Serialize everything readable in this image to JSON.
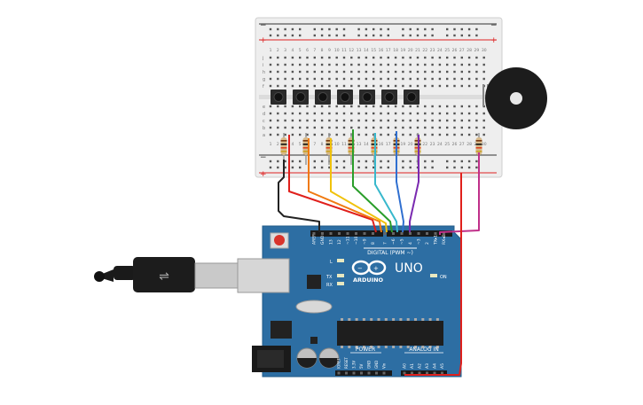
{
  "board": {
    "brand": "ARDUINO",
    "model": "UNO",
    "logo_symbols": "⊖ ⊕",
    "digital_label": "DIGITAL (PWM ~)",
    "power_label": "POWER",
    "analog_label": "ANALOG IN",
    "top_pin_labels": [
      "AREF",
      "GND",
      "13",
      "12",
      "~11",
      "~10",
      "~9",
      "8",
      "7",
      "~6",
      "~5",
      "4",
      "~3",
      "2",
      "TX▸1",
      "RX◂0"
    ],
    "power_pin_labels": [
      "IOREF",
      "RESET",
      "3.3V",
      "5V",
      "GND",
      "GND",
      "Vin"
    ],
    "analog_pin_labels": [
      "A0",
      "A1",
      "A2",
      "A3",
      "A4",
      "A5"
    ],
    "led_labels": [
      "L",
      "TX",
      "RX",
      "ON"
    ]
  },
  "breadboard": {
    "rail_plus": "+",
    "rail_minus": "−",
    "column_numbers": [
      "1",
      "2",
      "3",
      "4",
      "5",
      "6",
      "7",
      "8",
      "9",
      "10",
      "11",
      "12",
      "13",
      "14",
      "15",
      "16",
      "17",
      "18",
      "19",
      "20",
      "21",
      "22",
      "23",
      "24",
      "25",
      "26",
      "27",
      "28",
      "29",
      "30"
    ],
    "row_letters_top": [
      "j",
      "i",
      "h",
      "g",
      "f"
    ],
    "row_letters_bottom": [
      "e",
      "d",
      "c",
      "b",
      "a"
    ]
  },
  "components": {
    "button_count": 7,
    "resistor_count": 8,
    "buzzer": "piezo-buzzer"
  },
  "colors": {
    "board": "#2d6ea3",
    "breadboard": "#eeeeee",
    "wire_black": "#222222",
    "wire_red": "#e0201c",
    "wire_orange": "#f07a10",
    "wire_yellow": "#f0c20c",
    "wire_green": "#2a9e2a",
    "wire_cyan": "#38b8cc",
    "wire_blue": "#2f6fd0",
    "wire_purple": "#7a2ab0",
    "wire_magenta": "#c0308a"
  }
}
